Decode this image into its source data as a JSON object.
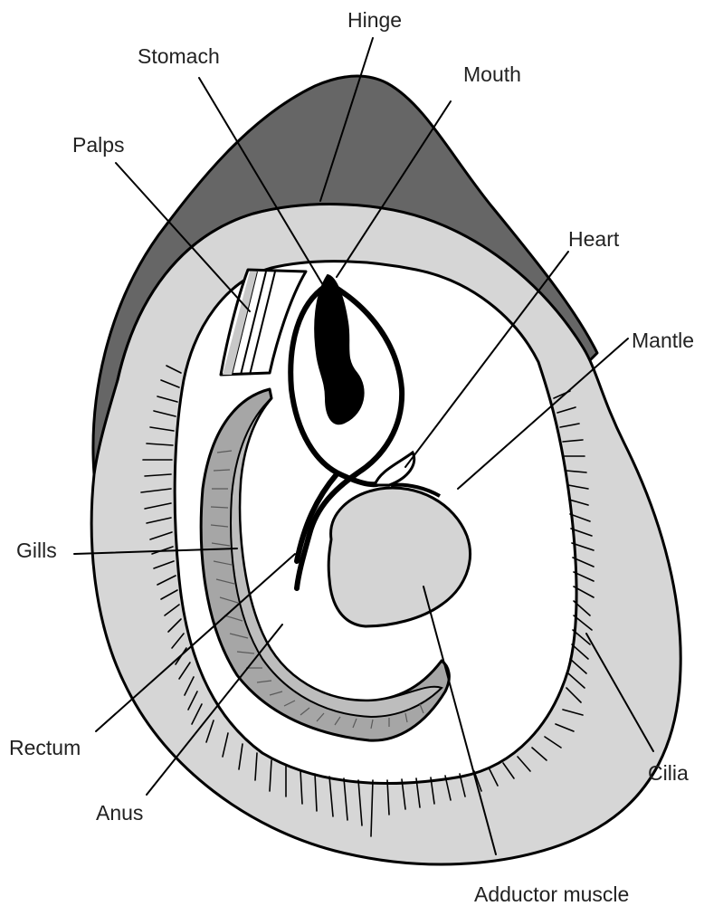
{
  "diagram": {
    "labels": {
      "hinge": "Hinge",
      "stomach": "Stomach",
      "mouth": "Mouth",
      "palps": "Palps",
      "heart": "Heart",
      "mantle": "Mantle",
      "gills": "Gills",
      "rectum": "Rectum",
      "anus": "Anus",
      "cilia": "Cilia",
      "adductor_muscle": "Adductor muscle"
    },
    "colors": {
      "shell_dark": "#666666",
      "shell_light": "#d6d6d6",
      "body_white": "#ffffff",
      "gills_gray": "#a6a6a6",
      "gills_inner": "#bdbdbd",
      "muscle": "#d4d4d4",
      "stomach": "#000000",
      "palps_stripe": "#c8c8c8"
    }
  }
}
